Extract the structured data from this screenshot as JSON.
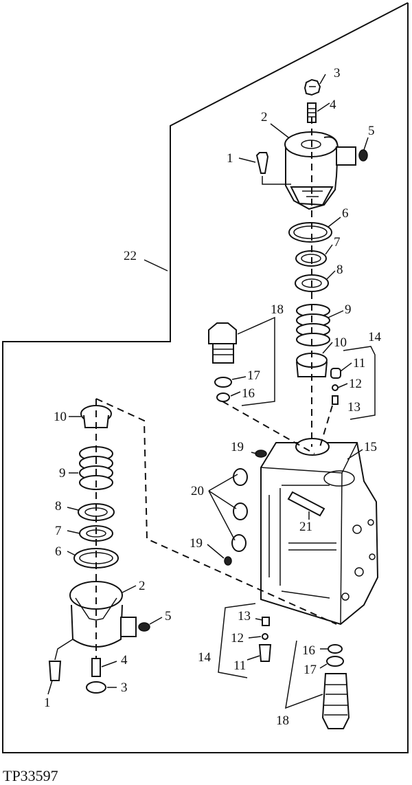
{
  "reference": "TP33597",
  "callouts": {
    "upper": {
      "c1": "1",
      "c2": "2",
      "c3": "3",
      "c4": "4",
      "c5": "5",
      "c6": "6",
      "c7": "7",
      "c8": "8",
      "c9": "9",
      "c10": "10",
      "c11": "11",
      "c12": "12",
      "c13": "13",
      "c14": "14",
      "c15": "15",
      "c16": "16",
      "c17": "17",
      "c18": "18",
      "c19": "19",
      "c20": "20",
      "c21": "21",
      "c22": "22"
    },
    "lower": {
      "c1": "1",
      "c2": "2",
      "c3": "3",
      "c4": "4",
      "c5": "5",
      "c6": "6",
      "c7": "7",
      "c8": "8",
      "c9": "9",
      "c10": "10",
      "c11": "11",
      "c12": "12",
      "c13": "13",
      "c14": "14",
      "c16": "16",
      "c17": "17",
      "c18": "18",
      "c19": "19"
    }
  }
}
